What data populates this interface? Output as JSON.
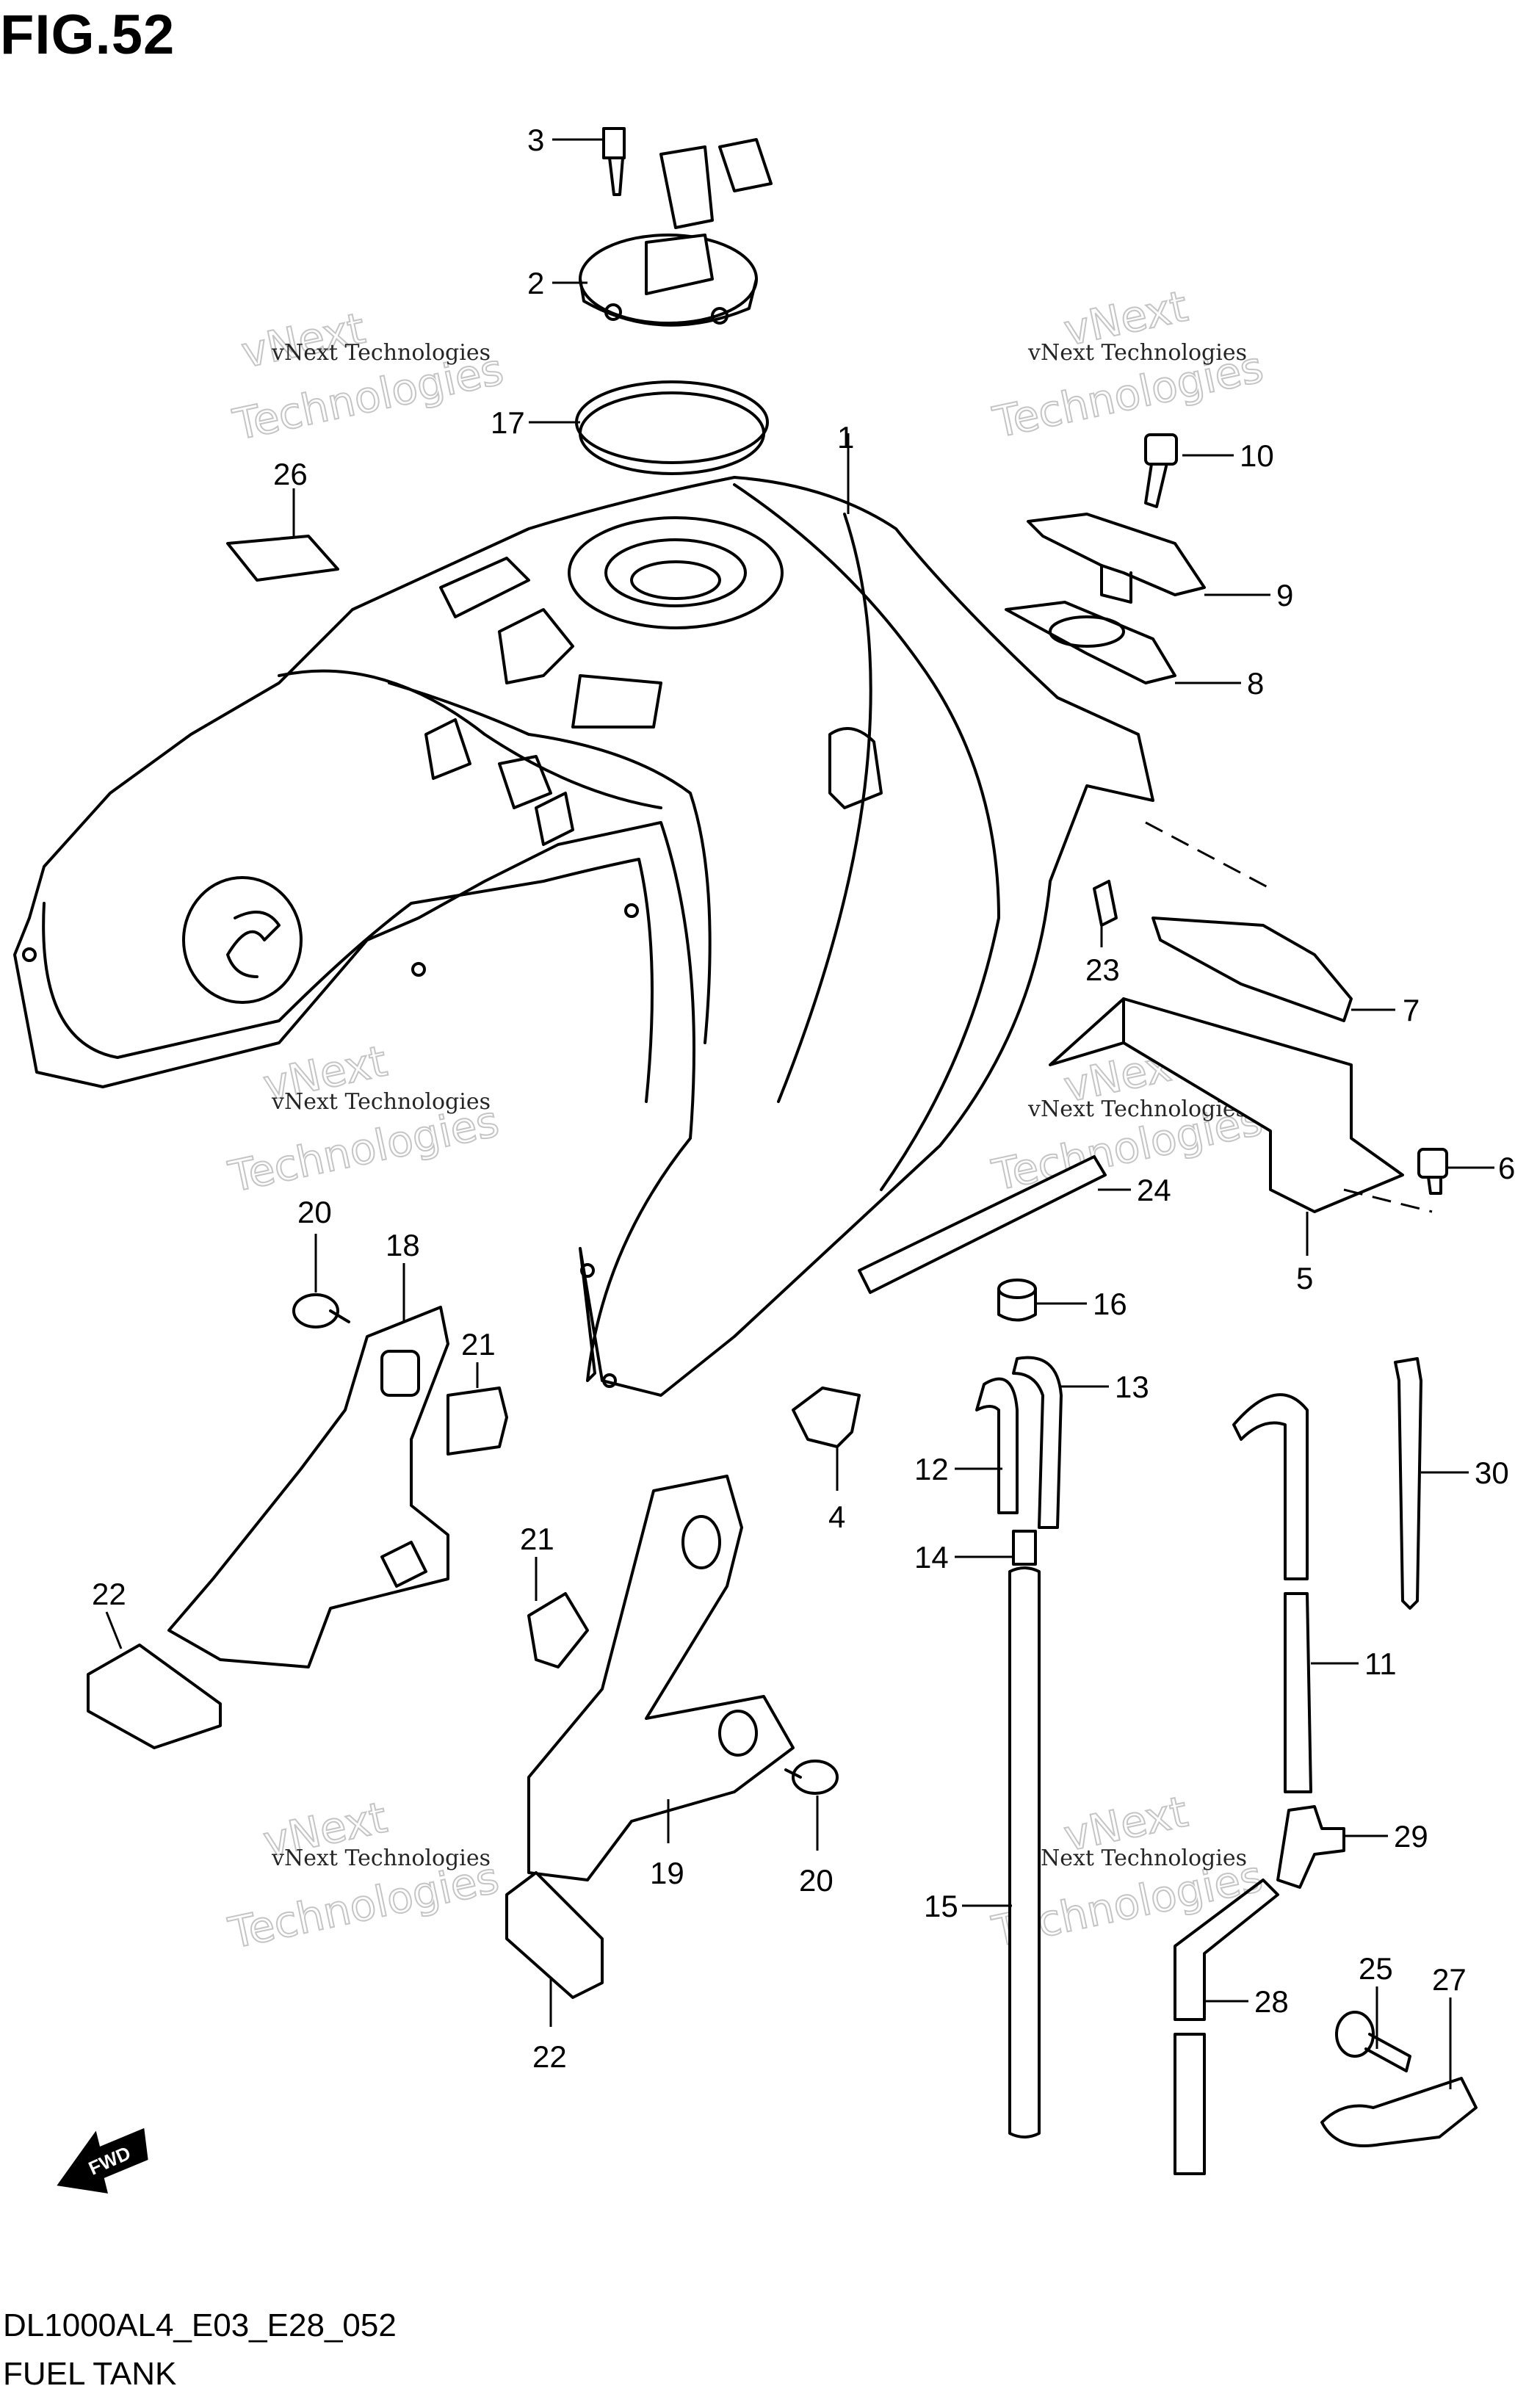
{
  "figure": {
    "title": "FIG.52",
    "model_code": "DL1000AL4_E03_E28_052",
    "section_name": "FUEL TANK"
  },
  "watermark": {
    "line1": "vNext Technologies",
    "line2": "vNext",
    "line3": "Technologies"
  },
  "fwd_label": "FWD",
  "callouts": {
    "c1": "1",
    "c2": "2",
    "c3": "3",
    "c4": "4",
    "c5": "5",
    "c6": "6",
    "c7": "7",
    "c8": "8",
    "c9": "9",
    "c10": "10",
    "c11": "11",
    "c12": "12",
    "c13": "13",
    "c14": "14",
    "c15": "15",
    "c16": "16",
    "c17": "17",
    "c18": "18",
    "c19": "19",
    "c20a": "20",
    "c20b": "20",
    "c21a": "21",
    "c21b": "21",
    "c22a": "22",
    "c22b": "22",
    "c23": "23",
    "c24": "24",
    "c25": "25",
    "c26": "26",
    "c27": "27",
    "c28": "28",
    "c29": "29",
    "c30": "30"
  }
}
